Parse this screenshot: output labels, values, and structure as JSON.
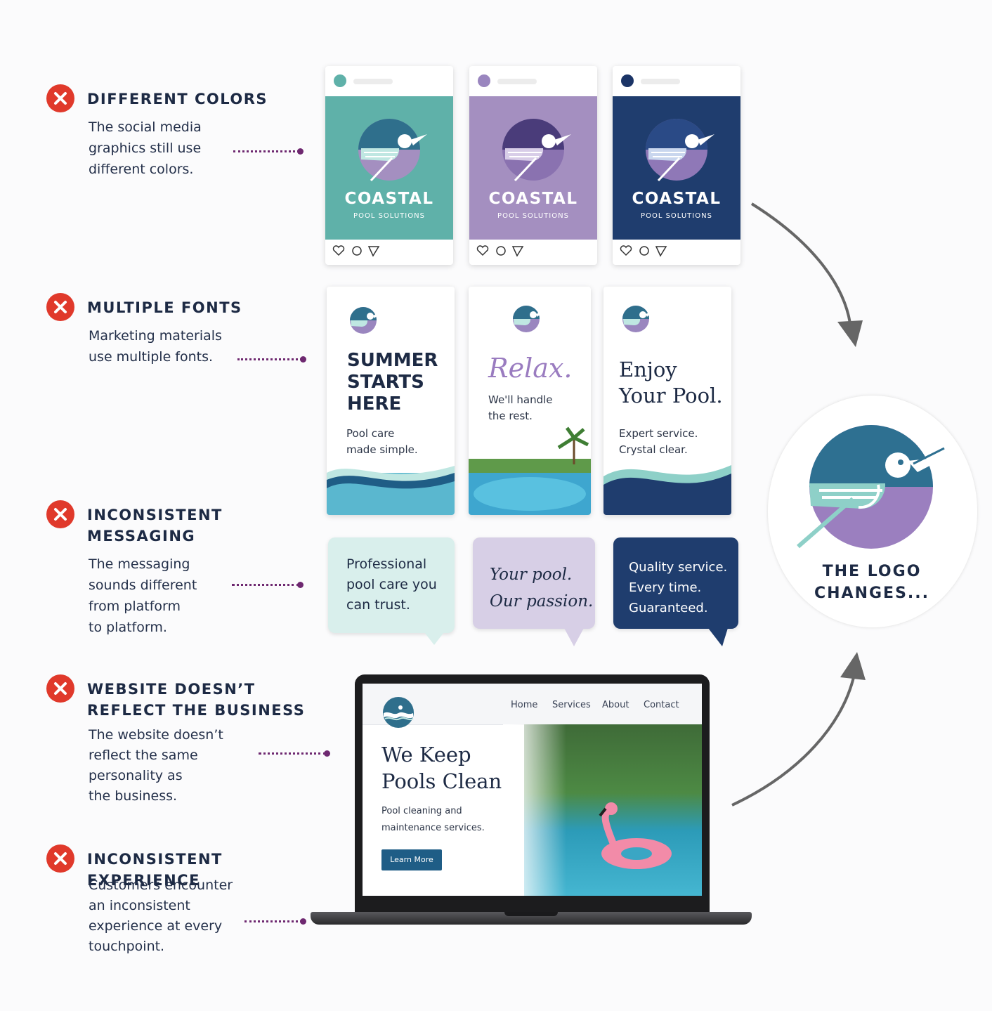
{
  "issues": [
    {
      "title": "DIFFERENT COLORS",
      "desc": "The social media\ngraphics still use\ndifferent colors."
    },
    {
      "title": "MULTIPLE FONTS",
      "desc": "Marketing materials\nuse multiple fonts."
    },
    {
      "title": "INCONSISTENT\nMESSAGING",
      "desc": "The messaging\nsounds different\nfrom platform\nto platform."
    },
    {
      "title": "WEBSITE DOESN’T\nREFLECT THE BUSINESS",
      "desc": "The website doesn’t\nreflect the same\npersonality as\nthe business."
    },
    {
      "title": "INCONSISTENT EXPERIENCE",
      "desc": "Customers encounter\nan inconsistent\nexperience at every\ntouchpoint."
    }
  ],
  "social_cards": [
    {
      "brand": "COASTAL",
      "sub": "POOL SOLUTIONS",
      "bg": "#5fb1a9",
      "avatar": "#5fb1a9"
    },
    {
      "brand": "COASTAL",
      "sub": "POOL SOLUTIONS",
      "bg": "#a48fc0",
      "avatar": "#9a86bf"
    },
    {
      "brand": "COASTAL",
      "sub": "POOL SOLUTIONS",
      "bg": "#1f3d6e",
      "avatar": "#1b3466"
    }
  ],
  "flyers": [
    {
      "headline": "SUMMER\nSTARTS\nHERE",
      "body": "Pool care\nmade simple."
    },
    {
      "headline": "Relax.",
      "body": "We'll handle\nthe rest."
    },
    {
      "headline": "Enjoy\nYour Pool.",
      "body": "Expert service.\nCrystal clear."
    }
  ],
  "bubbles": [
    {
      "text": "Professional\npool care you\ncan trust."
    },
    {
      "text": "Your pool.\nOur passion."
    },
    {
      "text": "Quality service.\nEvery time.\nGuaranteed."
    }
  ],
  "website": {
    "nav": [
      "Home",
      "Services",
      "About",
      "Contact"
    ],
    "headline": "We Keep\nPools Clean",
    "sub": "Pool cleaning and\nmaintenance services.",
    "cta": "Learn More"
  },
  "logo_caption": "THE LOGO\nCHANGES...",
  "colors": {
    "teal": "#5fb1a9",
    "purple": "#a48fc0",
    "navy": "#1f3d6e",
    "red": "#e0392b",
    "dots": "#6e2870"
  }
}
